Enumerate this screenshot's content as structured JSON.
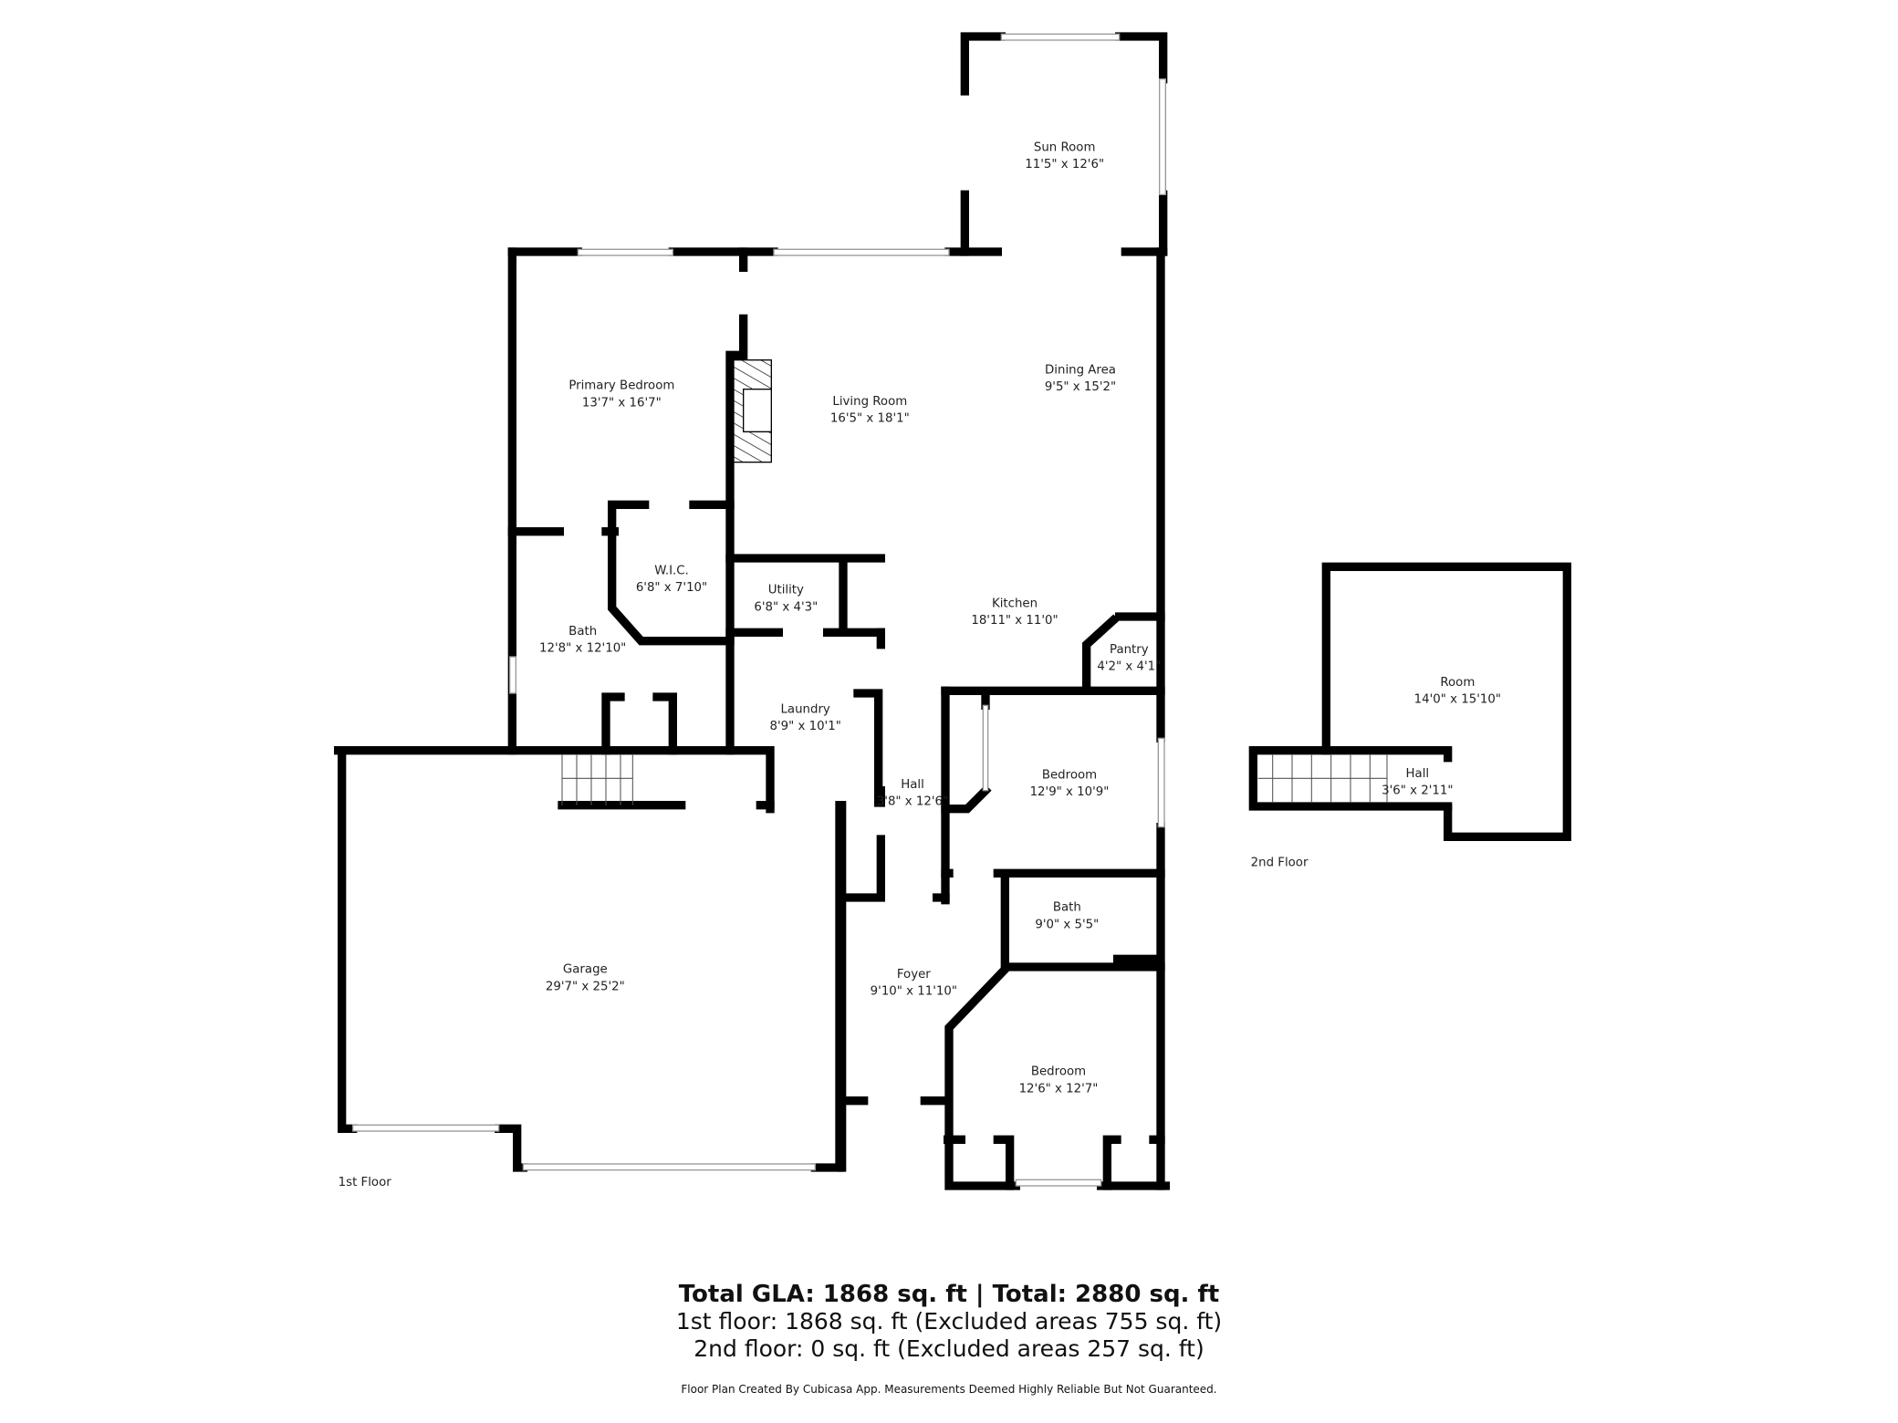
{
  "floors": [
    {
      "label": "1st Floor",
      "rooms": [
        {
          "name": "Sun Room",
          "size": "11'5\" x 12'6\""
        },
        {
          "name": "Primary Bedroom",
          "size": "13'7\" x 16'7\""
        },
        {
          "name": "Living Room",
          "size": "16'5\" x 18'1\""
        },
        {
          "name": "Dining Area",
          "size": "9'5\" x 15'2\""
        },
        {
          "name": "W.I.C.",
          "size": "6'8\" x 7'10\""
        },
        {
          "name": "Utility",
          "size": "6'8\" x 4'3\""
        },
        {
          "name": "Kitchen",
          "size": "18'11\" x 11'0\""
        },
        {
          "name": "Bath",
          "size": "12'8\" x 12'10\""
        },
        {
          "name": "Pantry",
          "size": "4'2\" x 4'1\""
        },
        {
          "name": "Laundry",
          "size": "8'9\" x 10'1\""
        },
        {
          "name": "Bedroom",
          "size": "12'9\" x 10'9\""
        },
        {
          "name": "Hall",
          "size": "3'8\" x 12'6\""
        },
        {
          "name": "Bath",
          "size": "9'0\" x 5'5\""
        },
        {
          "name": "Garage",
          "size": "29'7\" x 25'2\""
        },
        {
          "name": "Foyer",
          "size": "9'10\" x 11'10\""
        },
        {
          "name": "Bedroom",
          "size": "12'6\" x 12'7\""
        }
      ]
    },
    {
      "label": "2nd Floor",
      "rooms": [
        {
          "name": "Room",
          "size": "14'0\" x 15'10\""
        },
        {
          "name": "Hall",
          "size": "3'6\" x 2'11\""
        }
      ]
    }
  ],
  "summary": {
    "total": "Total GLA: 1868 sq. ft | Total: 2880 sq. ft",
    "first_floor": "1st floor: 1868 sq. ft (Excluded areas 755 sq. ft)",
    "second_floor": "2nd floor: 0 sq. ft (Excluded areas 257 sq. ft)",
    "disclaimer": "Floor Plan Created By Cubicasa App. Measurements Deemed Highly Reliable But Not Guaranteed."
  }
}
